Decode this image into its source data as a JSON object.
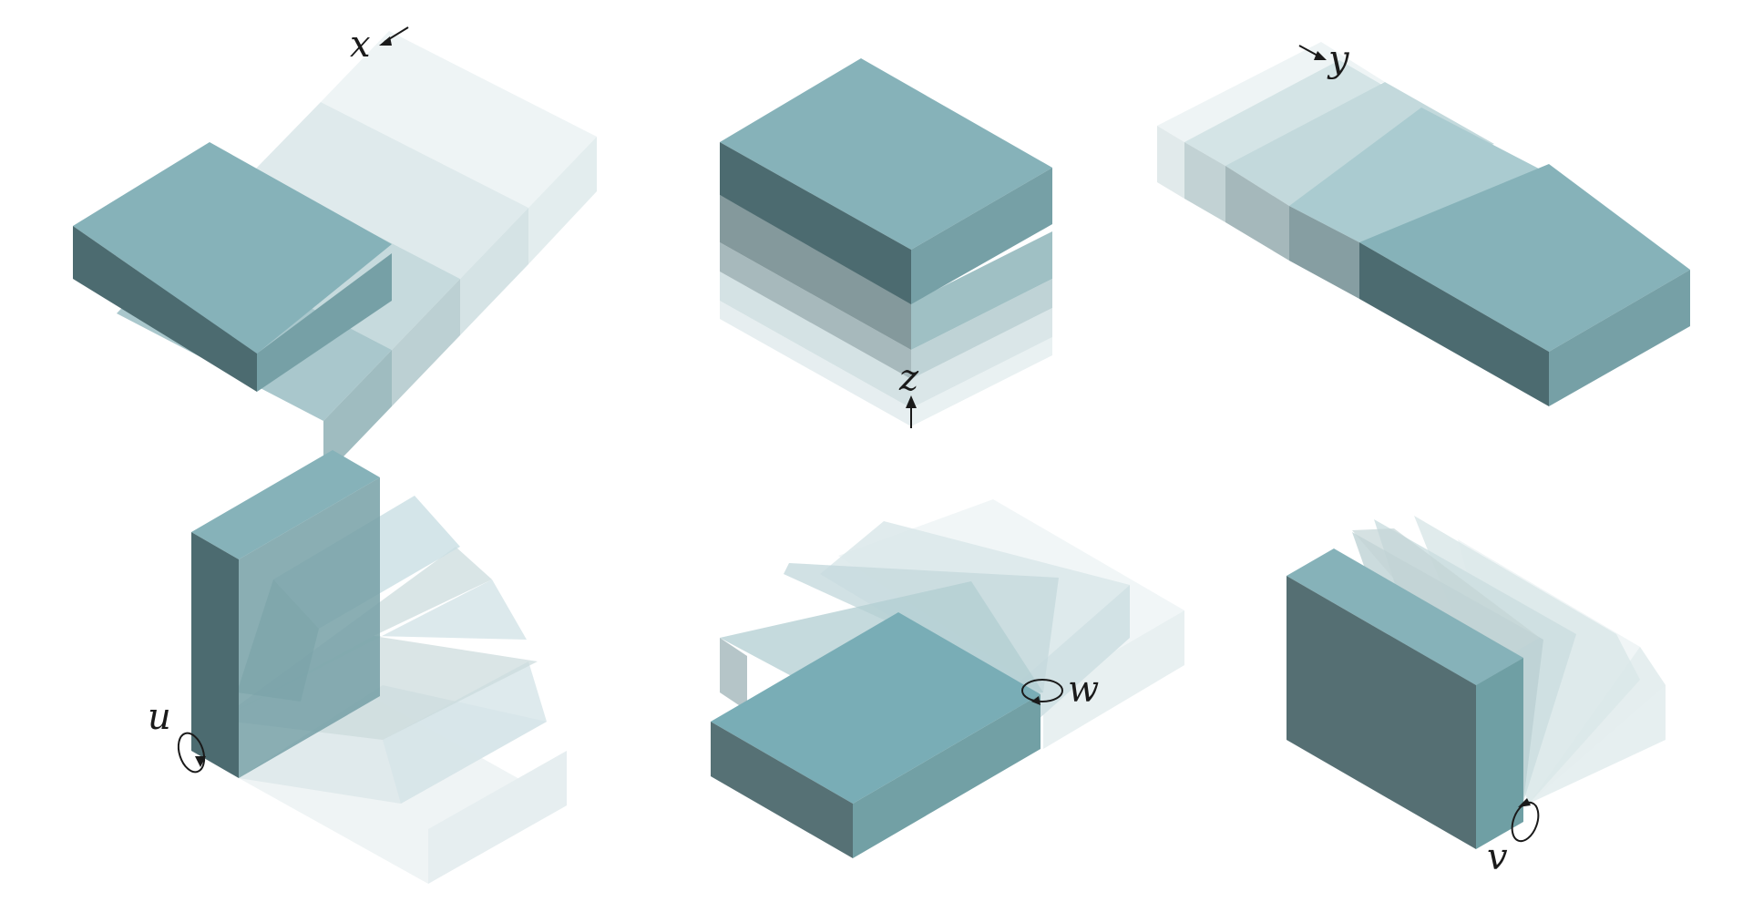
{
  "labels": {
    "x": "x",
    "y": "y",
    "z": "z",
    "u": "u",
    "w": "w",
    "v": "v"
  },
  "colors": {
    "top": "#86b2b9",
    "side_dark": "#4c6b70",
    "side_mid": "#76a0a6",
    "ghost": "#c9dde0",
    "outline": "#1a1a1a"
  }
}
